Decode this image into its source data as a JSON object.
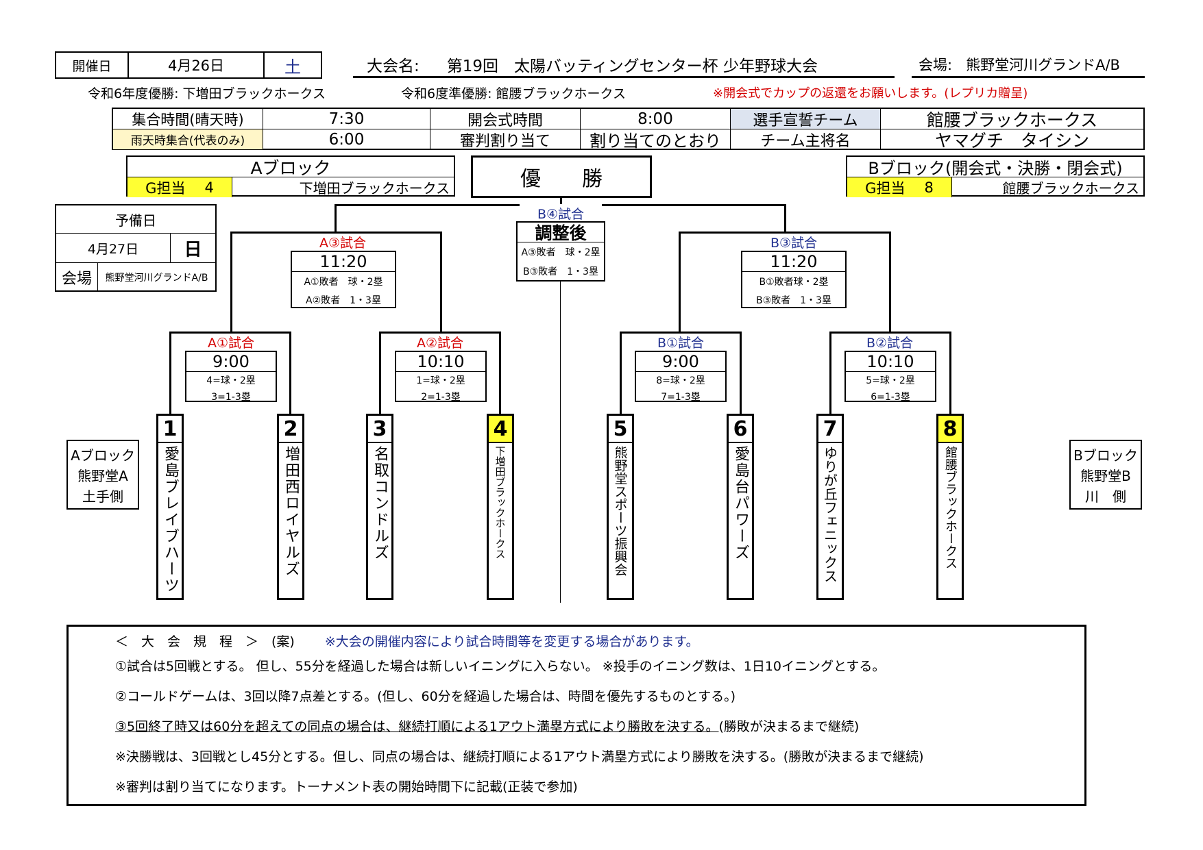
{
  "header": {
    "date_label": "開催日",
    "date": "4月26日",
    "weekday": "土",
    "tournament_label": "大会名:",
    "tournament": "第19回　太陽バッティングセンター杯  少年野球大会",
    "venue_label": "会場:",
    "venue": "熊野堂河川グランドA/B",
    "prev_winner": "令和6年度優勝: 下増田ブラックホークス",
    "prev_runnerup": "令和6度準優勝: 館腰ブラックホークス",
    "notice": "※開会式でカップの返還をお願いします。(レプリカ贈呈)"
  },
  "schedule": {
    "r1": [
      "集合時間(晴天時)",
      "7:30",
      "開会式時間",
      "8:00",
      "選手宣誓チーム",
      "館腰ブラックホークス"
    ],
    "r2": [
      "雨天時集合(代表のみ)",
      "6:00",
      "審判割り当て",
      "割り当てのとおり",
      "チーム主将名",
      "ヤマグチ　タイシン"
    ]
  },
  "block_a": {
    "title": "Aブロック",
    "g_label": "G担当",
    "g_num": "4",
    "g_team": "下増田ブラックホークス"
  },
  "block_b": {
    "title": "Bブロック(開会式・決勝・閉会式)",
    "g_label": "G担当",
    "g_num": "8",
    "g_team": "館腰ブラックホークス"
  },
  "final": {
    "label": "優　　勝",
    "game": "B④試合",
    "time": "調整後",
    "s1": "A③敗者　球・2塁",
    "s2": "B③敗者　1・3塁"
  },
  "reserve": {
    "label": "予備日",
    "date": "4月27日",
    "weekday": "日",
    "venue_label": "会場",
    "venue": "熊野堂河川グランドA/B"
  },
  "matches": {
    "a3": {
      "game": "A③試合",
      "time": "11:20",
      "s1": "A①敗者　球・2塁",
      "s2": "A②敗者　1・3塁"
    },
    "b3": {
      "game": "B③試合",
      "time": "11:20",
      "s1": "B①敗者球・2塁",
      "s2": "B③敗者　1・3塁"
    },
    "a1": {
      "game": "A①試合",
      "time": "9:00",
      "s1": "4=球・2塁",
      "s2": "3=1-3塁"
    },
    "a2": {
      "game": "A②試合",
      "time": "10:10",
      "s1": "1=球・2塁",
      "s2": "2=1-3塁"
    },
    "b1": {
      "game": "B①試合",
      "time": "9:00",
      "s1": "8=球・2塁",
      "s2": "7=1-3塁"
    },
    "b2": {
      "game": "B②試合",
      "time": "10:10",
      "s1": "5=球・2塁",
      "s2": "6=1-3塁"
    }
  },
  "teams": [
    {
      "num": "1",
      "name": "愛島ブレイブハーツ"
    },
    {
      "num": "2",
      "name": "増田西ロイヤルズ"
    },
    {
      "num": "3",
      "name": "名取コンドルズ"
    },
    {
      "num": "4",
      "name": "下増田ブラックホークス"
    },
    {
      "num": "5",
      "name": "熊野堂スポーツ振興会"
    },
    {
      "num": "6",
      "name": "愛島台パワーズ"
    },
    {
      "num": "7",
      "name": "ゆりが丘フェニックス"
    },
    {
      "num": "8",
      "name": "館腰ブラックホークス"
    }
  ],
  "side_a": [
    "Aブロック",
    "熊野堂A",
    "土手側"
  ],
  "side_b": [
    "Bブロック",
    "熊野堂B",
    "川　側"
  ],
  "rules": {
    "heading": "＜　大　会　規　程　＞　(案)",
    "note": "※大会の開催内容により試合時間等を変更する場合があります。",
    "lines": [
      "①試合は5回戦とする。 但し、55分を経過した場合は新しいイニングに入らない。 ※投手のイニング数は、1日10イニングとする。",
      "②コールドゲームは、3回以降7点差とする。(但し、60分を経過した場合は、時間を優先するものとする。)",
      "③5回終了時又は60分を超えての同点の場合は、継続打順による1アウト満塁方式により勝敗を決する。",
      "(勝敗が決まるまで継続)",
      "※決勝戦は、3回戦とし45分とする。但し、同点の場合は、継続打順による1アウト満塁方式により勝敗を決する。(勝敗が決まるまで継続)",
      "※審判は割り当てになります。トーナメント表の開始時間下に記載(正装で参加)"
    ]
  },
  "colors": {
    "highlight": "#ffff33",
    "red": "#d40000",
    "navy": "#1f2f8f",
    "grey_cell": "#dde4f0"
  }
}
